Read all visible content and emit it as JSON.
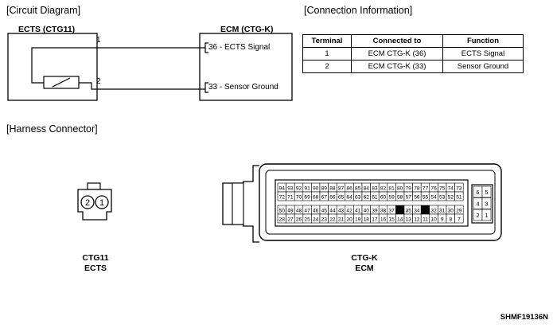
{
  "sections": {
    "circuit": "[Circuit Diagram]",
    "connection": "[Connection Information]",
    "harness": "[Harness Connector]"
  },
  "circuit": {
    "ects_label": "ECTS (CTG11)",
    "ecm_label": "ECM (CTG-K)",
    "pin1": "1",
    "pin2": "2",
    "signal": "36 - ECTS Signal",
    "ground": "33 - Sensor Ground"
  },
  "table": {
    "headers": [
      "Terminal",
      "Connected to",
      "Function"
    ],
    "rows": [
      [
        "1",
        "ECM CTG-K (36)",
        "ECTS Signal"
      ],
      [
        "2",
        "ECM CTG-K (33)",
        "Sensor Ground"
      ]
    ]
  },
  "harness": {
    "ctg11_pins": [
      "2",
      "1"
    ],
    "ctg11_caption": [
      "CTG11",
      "ECTS"
    ],
    "ecm_caption": [
      "CTG-K",
      "ECM"
    ],
    "ecm_rows": [
      [
        "94",
        "93",
        "92",
        "91",
        "90",
        "89",
        "88",
        "87",
        "86",
        "85",
        "84",
        "83",
        "82",
        "81",
        "80",
        "79",
        "78",
        "77",
        "76",
        "75",
        "74",
        "73"
      ],
      [
        "72",
        "71",
        "70",
        "69",
        "68",
        "67",
        "66",
        "65",
        "64",
        "63",
        "62",
        "61",
        "60",
        "59",
        "58",
        "57",
        "56",
        "55",
        "54",
        "53",
        "52",
        "51"
      ],
      [
        "50",
        "49",
        "48",
        "47",
        "46",
        "45",
        "44",
        "43",
        "42",
        "41",
        "40",
        "39",
        "38",
        "37",
        "36",
        "35",
        "34",
        "33",
        "32",
        "31",
        "30",
        "29"
      ],
      [
        "28",
        "27",
        "26",
        "25",
        "24",
        "23",
        "22",
        "21",
        "20",
        "19",
        "18",
        "17",
        "16",
        "15",
        "14",
        "13",
        "12",
        "11",
        "10",
        "9",
        "8",
        "7"
      ]
    ],
    "ecm_filled": [
      "36",
      "33"
    ],
    "ecm_side_rows": [
      [
        "6",
        "5"
      ],
      [
        "4",
        "3"
      ],
      [
        "2",
        "1"
      ]
    ]
  },
  "figure_id": "SHMF19136N"
}
